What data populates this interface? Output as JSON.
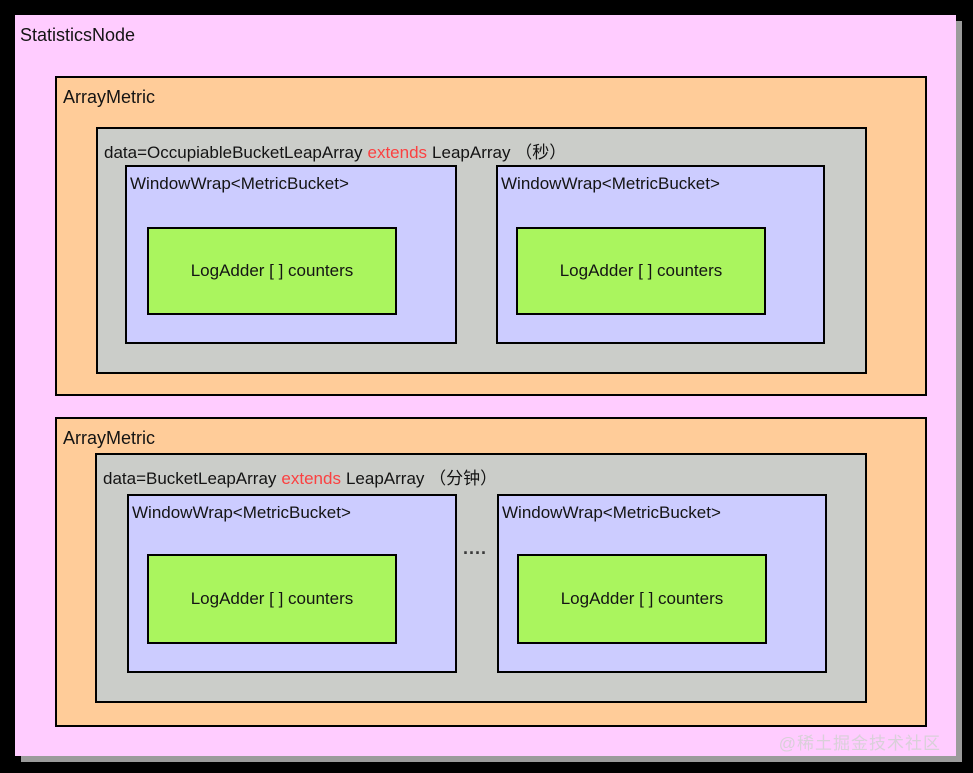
{
  "page": {
    "root_label": "StatisticsNode",
    "watermark": "@稀土掘金技术社区"
  },
  "sections": [
    {
      "label": "ArrayMetric",
      "data_line": {
        "prefix": "data=OccupiableBucketLeapArray",
        "keyword": "extends",
        "suffix": "LeapArray （秒）"
      },
      "windows": [
        {
          "label": "WindowWrap<MetricBucket>",
          "counter": "LogAdder [ ] counters"
        },
        {
          "label": "WindowWrap<MetricBucket>",
          "counter": "LogAdder [ ] counters"
        }
      ]
    },
    {
      "label": "ArrayMetric",
      "data_line": {
        "prefix": "data=BucketLeapArray",
        "keyword": "extends",
        "suffix": "LeapArray （分钟）"
      },
      "ellipsis": "....",
      "windows": [
        {
          "label": "WindowWrap<MetricBucket>",
          "counter": "LogAdder [ ] counters"
        },
        {
          "label": "WindowWrap<MetricBucket>",
          "counter": "LogAdder [ ] counters"
        }
      ]
    }
  ],
  "colors": {
    "background": "#000000",
    "root_fill": "#ffccff",
    "section_fill": "#ffcc99",
    "array_fill": "#cbcdc9",
    "window_fill": "#ccccff",
    "counter_fill": "#aaf55e",
    "keyword_red": "#fb4141",
    "shadow": "#9b9b9b",
    "watermark_text": "#d9d0d9"
  }
}
